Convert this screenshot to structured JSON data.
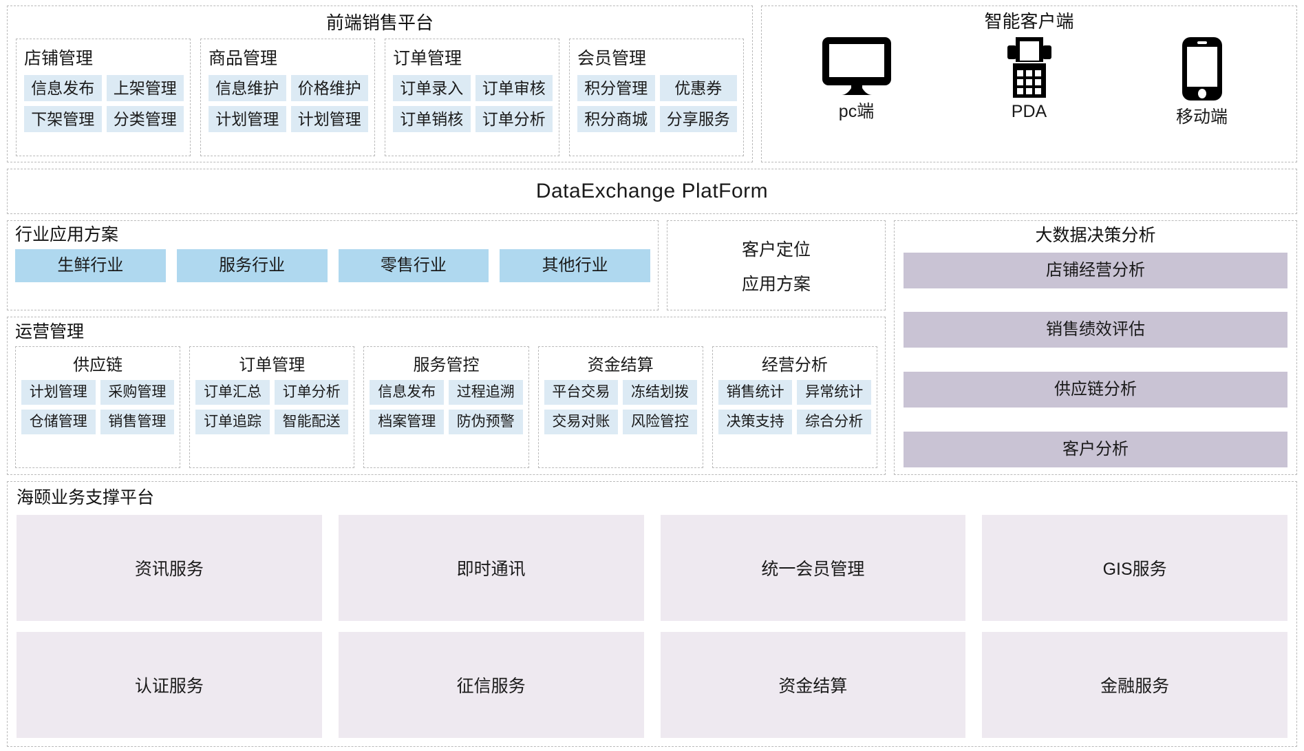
{
  "front_platform": {
    "title": "前端销售平台",
    "groups": [
      {
        "title": "店铺管理",
        "chips": [
          "信息发布",
          "上架管理",
          "下架管理",
          "分类管理"
        ]
      },
      {
        "title": "商品管理",
        "chips": [
          "信息维护",
          "价格维护",
          "计划管理",
          "计划管理"
        ]
      },
      {
        "title": "订单管理",
        "chips": [
          "订单录入",
          "订单审核",
          "订单销核",
          "订单分析"
        ]
      },
      {
        "title": "会员管理",
        "chips": [
          "积分管理",
          "优惠券",
          "积分商城",
          "分享服务"
        ]
      }
    ]
  },
  "smart_client": {
    "title": "智能客户端",
    "devices": [
      {
        "icon": "monitor-icon",
        "label": "pc端"
      },
      {
        "icon": "pda-icon",
        "label": "PDA"
      },
      {
        "icon": "mobile-icon",
        "label": "移动端"
      }
    ]
  },
  "data_exchange": {
    "title": "DataExchange  PlatForm"
  },
  "industry": {
    "title": "行业应用方案",
    "chips": [
      "生鲜行业",
      "服务行业",
      "零售行业",
      "其他行业"
    ],
    "chip_color": "#afd8ef"
  },
  "customer_positioning": {
    "line1": "客户定位",
    "line2": "应用方案"
  },
  "operations": {
    "title": "运营管理",
    "groups": [
      {
        "title": "供应链",
        "chips": [
          "计划管理",
          "采购管理",
          "仓储管理",
          "销售管理"
        ]
      },
      {
        "title": "订单管理",
        "chips": [
          "订单汇总",
          "订单分析",
          "订单追踪",
          "智能配送"
        ]
      },
      {
        "title": "服务管控",
        "chips": [
          "信息发布",
          "过程追溯",
          "档案管理",
          "防伪预警"
        ]
      },
      {
        "title": "资金结算",
        "chips": [
          "平台交易",
          "冻结划拨",
          "交易对账",
          "风险管控"
        ]
      },
      {
        "title": "经营分析",
        "chips": [
          "销售统计",
          "异常统计",
          "决策支持",
          "综合分析"
        ]
      }
    ],
    "chip_color": "#dceaf4"
  },
  "bigdata": {
    "title": "大数据决策分析",
    "chips": [
      "店铺经营分析",
      "销售绩效评估",
      "供应链分析",
      "客户分析"
    ],
    "chip_color": "#c9c3d4"
  },
  "support_platform": {
    "title": "海颐业务支撑平台",
    "chips": [
      "资讯服务",
      "即时通讯",
      "统一会员管理",
      "GIS服务",
      "认证服务",
      "征信服务",
      "资金结算",
      "金融服务"
    ],
    "chip_color": "#eee9f0"
  }
}
